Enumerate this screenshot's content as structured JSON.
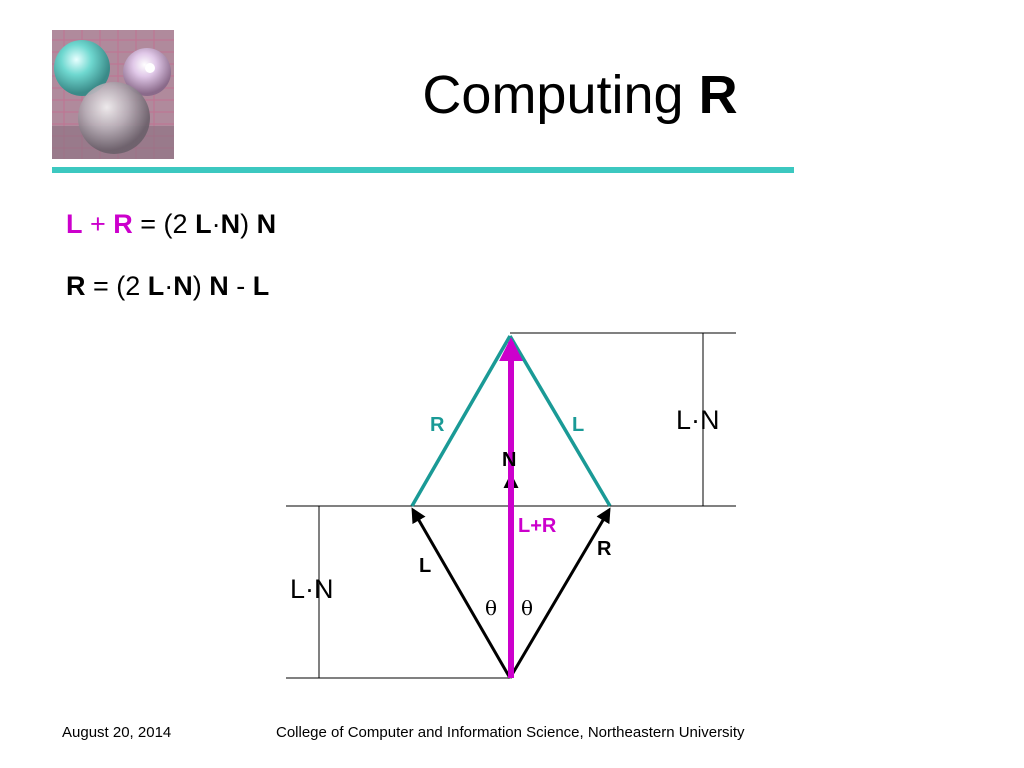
{
  "title": {
    "text": "Computing ",
    "bold": "R"
  },
  "equations": {
    "eq1": {
      "lhs_l": "L",
      "plus": " + ",
      "lhs_r": "R",
      "eq": " = (2 ",
      "dot_l": "L",
      "dot": "·",
      "dot_n": "N",
      "close": ") ",
      "n": "N"
    },
    "eq2": {
      "lhs": "R",
      "eq": " = (2 ",
      "dot_l": "L",
      "dot": "·",
      "dot_n": "N",
      "close": ") ",
      "n": "N",
      "minus": " - ",
      "l": "L"
    }
  },
  "diagram": {
    "label_r_teal": "R",
    "label_l_teal": "L",
    "label_n": "N",
    "label_lplusr": "L+R",
    "label_l_black": "L",
    "label_r_black": "R",
    "theta_left": "θ",
    "theta_right": "θ",
    "dim_top": "L·N",
    "dim_bottom": "L·N"
  },
  "colors": {
    "accent_teal": "#3cc8c0",
    "vector_teal": "#1a9a96",
    "vector_magenta": "#cc00cc",
    "text": "#000000"
  },
  "footer": {
    "date": "August 20, 2014",
    "institution": "College of Computer and Information Science, Northeastern University"
  }
}
